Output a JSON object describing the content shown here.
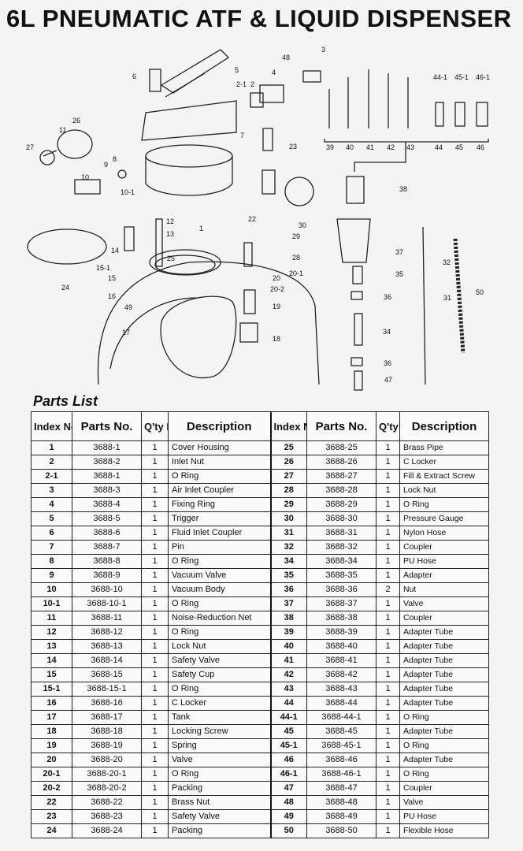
{
  "page_title": "6L PNEUMATIC ATF & LIQUID DISPENSER",
  "parts_list_heading": "Parts List",
  "table_headers": {
    "index": "Index No.",
    "parts_no": "Parts No.",
    "qty": "Q'ty Req",
    "description": "Description"
  },
  "parts_left": [
    {
      "index": "1",
      "part_no": "3688-1",
      "qty": "1",
      "description": "Cover Housing"
    },
    {
      "index": "2",
      "part_no": "3688-2",
      "qty": "1",
      "description": "Inlet Nut"
    },
    {
      "index": "2-1",
      "part_no": "3688-1",
      "qty": "1",
      "description": "O Ring"
    },
    {
      "index": "3",
      "part_no": "3688-3",
      "qty": "1",
      "description": "Air Inlet Coupler"
    },
    {
      "index": "4",
      "part_no": "3688-4",
      "qty": "1",
      "description": "Fixing Ring"
    },
    {
      "index": "5",
      "part_no": "3688-5",
      "qty": "1",
      "description": "Trigger"
    },
    {
      "index": "6",
      "part_no": "3688-6",
      "qty": "1",
      "description": "Fluid Inlet Coupler"
    },
    {
      "index": "7",
      "part_no": "3688-7",
      "qty": "1",
      "description": "Pin"
    },
    {
      "index": "8",
      "part_no": "3688-8",
      "qty": "1",
      "description": "O Ring"
    },
    {
      "index": "9",
      "part_no": "3688-9",
      "qty": "1",
      "description": "Vacuum Valve"
    },
    {
      "index": "10",
      "part_no": "3688-10",
      "qty": "1",
      "description": "Vacuum Body"
    },
    {
      "index": "10-1",
      "part_no": "3688-10-1",
      "qty": "1",
      "description": "O Ring"
    },
    {
      "index": "11",
      "part_no": "3688-11",
      "qty": "1",
      "description": "Noise-Reduction Net"
    },
    {
      "index": "12",
      "part_no": "3688-12",
      "qty": "1",
      "description": "O Ring"
    },
    {
      "index": "13",
      "part_no": "3688-13",
      "qty": "1",
      "description": "Lock Nut"
    },
    {
      "index": "14",
      "part_no": "3688-14",
      "qty": "1",
      "description": "Safety Valve"
    },
    {
      "index": "15",
      "part_no": "3688-15",
      "qty": "1",
      "description": "Safety Cup"
    },
    {
      "index": "15-1",
      "part_no": "3688-15-1",
      "qty": "1",
      "description": "O Ring"
    },
    {
      "index": "16",
      "part_no": "3688-16",
      "qty": "1",
      "description": "C Locker"
    },
    {
      "index": "17",
      "part_no": "3688-17",
      "qty": "1",
      "description": "Tank"
    },
    {
      "index": "18",
      "part_no": "3688-18",
      "qty": "1",
      "description": "Locking Screw"
    },
    {
      "index": "19",
      "part_no": "3688-19",
      "qty": "1",
      "description": "Spring"
    },
    {
      "index": "20",
      "part_no": "3688-20",
      "qty": "1",
      "description": "Valve"
    },
    {
      "index": "20-1",
      "part_no": "3688-20-1",
      "qty": "1",
      "description": "O Ring"
    },
    {
      "index": "20-2",
      "part_no": "3688-20-2",
      "qty": "1",
      "description": "Packing"
    },
    {
      "index": "22",
      "part_no": "3688-22",
      "qty": "1",
      "description": "Brass Nut"
    },
    {
      "index": "23",
      "part_no": "3688-23",
      "qty": "1",
      "description": "Safety Valve"
    },
    {
      "index": "24",
      "part_no": "3688-24",
      "qty": "1",
      "description": "Packing"
    }
  ],
  "parts_right": [
    {
      "index": "25",
      "part_no": "3688-25",
      "qty": "1",
      "description": "Brass Pipe"
    },
    {
      "index": "26",
      "part_no": "3688-26",
      "qty": "1",
      "description": "C Locker"
    },
    {
      "index": "27",
      "part_no": "3688-27",
      "qty": "1",
      "description": "Fill & Extract Screw"
    },
    {
      "index": "28",
      "part_no": "3688-28",
      "qty": "1",
      "description": "Lock Nut"
    },
    {
      "index": "29",
      "part_no": "3688-29",
      "qty": "1",
      "description": "O Ring"
    },
    {
      "index": "30",
      "part_no": "3688-30",
      "qty": "1",
      "description": "Pressure Gauge"
    },
    {
      "index": "31",
      "part_no": "3688-31",
      "qty": "1",
      "description": "Nylon Hose"
    },
    {
      "index": "32",
      "part_no": "3688-32",
      "qty": "1",
      "description": "Coupler"
    },
    {
      "index": "34",
      "part_no": "3688-34",
      "qty": "1",
      "description": "PU Hose"
    },
    {
      "index": "35",
      "part_no": "3688-35",
      "qty": "1",
      "description": "Adapter"
    },
    {
      "index": "36",
      "part_no": "3688-36",
      "qty": "2",
      "description": "Nut"
    },
    {
      "index": "37",
      "part_no": "3688-37",
      "qty": "1",
      "description": "Valve"
    },
    {
      "index": "38",
      "part_no": "3688-38",
      "qty": "1",
      "description": "Coupler"
    },
    {
      "index": "39",
      "part_no": "3688-39",
      "qty": "1",
      "description": "Adapter Tube"
    },
    {
      "index": "40",
      "part_no": "3688-40",
      "qty": "1",
      "description": "Adapter Tube"
    },
    {
      "index": "41",
      "part_no": "3688-41",
      "qty": "1",
      "description": "Adapter Tube"
    },
    {
      "index": "42",
      "part_no": "3688-42",
      "qty": "1",
      "description": "Adapter Tube"
    },
    {
      "index": "43",
      "part_no": "3688-43",
      "qty": "1",
      "description": "Adapter Tube"
    },
    {
      "index": "44",
      "part_no": "3688-44",
      "qty": "1",
      "description": "Adapter Tube"
    },
    {
      "index": "44-1",
      "part_no": "3688-44-1",
      "qty": "1",
      "description": "O Ring"
    },
    {
      "index": "45",
      "part_no": "3688-45",
      "qty": "1",
      "description": "Adapter Tube"
    },
    {
      "index": "45-1",
      "part_no": "3688-45-1",
      "qty": "1",
      "description": "O Ring"
    },
    {
      "index": "46",
      "part_no": "3688-46",
      "qty": "1",
      "description": "Adapter Tube"
    },
    {
      "index": "46-1",
      "part_no": "3688-46-1",
      "qty": "1",
      "description": "O Ring"
    },
    {
      "index": "47",
      "part_no": "3688-47",
      "qty": "1",
      "description": "Coupler"
    },
    {
      "index": "48",
      "part_no": "3688-48",
      "qty": "1",
      "description": "Valve"
    },
    {
      "index": "49",
      "part_no": "3688-49",
      "qty": "1",
      "description": "PU Hose"
    },
    {
      "index": "50",
      "part_no": "3688-50",
      "qty": "1",
      "description": "Flexible Hose"
    }
  ],
  "diagram_callouts": [
    "1",
    "2",
    "2-1",
    "3",
    "4",
    "5",
    "6",
    "7",
    "8",
    "9",
    "10",
    "10-1",
    "11",
    "12",
    "13",
    "14",
    "15",
    "15-1",
    "16",
    "17",
    "18",
    "19",
    "20",
    "20-1",
    "20-2",
    "22",
    "23",
    "24",
    "25",
    "26",
    "27",
    "28",
    "29",
    "30",
    "31",
    "32",
    "34",
    "35",
    "36",
    "36",
    "37",
    "38",
    "39",
    "40",
    "41",
    "42",
    "43",
    "44",
    "44-1",
    "45",
    "45-1",
    "46",
    "46-1",
    "47",
    "48",
    "49",
    "50"
  ]
}
